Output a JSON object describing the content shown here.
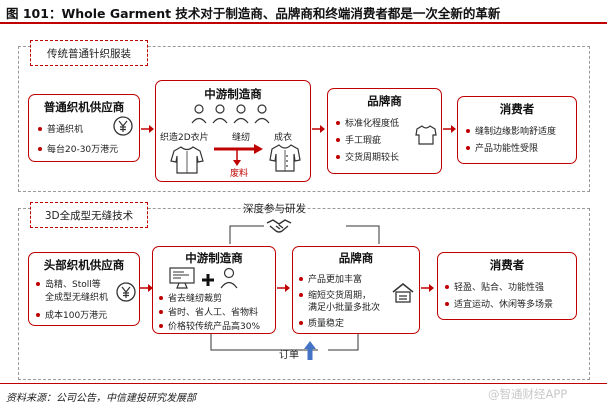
{
  "title": "图 101：Whole Garment 技术对于制造商、品牌商和终端消费者都是一次全新的革新",
  "top_section": {
    "label": "传统普通针织服装",
    "supplier": {
      "title": "普通织机供应商",
      "items": [
        "普通织机",
        "每台20-30万港元"
      ]
    },
    "manufacturer": {
      "title": "中游制造商",
      "knit_label": "织造2D衣片",
      "sew_label": "缝纫",
      "garment_label": "成衣",
      "waste_label": "废料"
    },
    "brand": {
      "title": "品牌商",
      "items": [
        "标准化程度低",
        "手工瑕疵",
        "交货周期较长"
      ]
    },
    "consumer": {
      "title": "消费者",
      "items": [
        "缝制边缘影响舒适度",
        "产品功能性受限"
      ]
    }
  },
  "bottom_section": {
    "label": "3D全成型无缝技术",
    "rd_label": "深度参与研发",
    "order_label": "订单",
    "supplier": {
      "title": "头部织机供应商",
      "items": [
        "岛精、Stoll等",
        "全成型无缝织机",
        "成本100万港元"
      ]
    },
    "manufacturer": {
      "title": "中游制造商",
      "items": [
        "省去缝纫裁剪",
        "省时、省人工、省物料",
        "价格较传统产品高30%"
      ]
    },
    "brand": {
      "title": "品牌商",
      "items": [
        "产品更加丰富",
        "缩短交货周期，",
        "满足小批量多批次",
        "质量稳定"
      ]
    },
    "consumer": {
      "title": "消费者",
      "items": [
        "轻盈、贴合、功能性强",
        "适宜运动、休闲等多场景"
      ]
    }
  },
  "footer": {
    "source": "资料来源：公司公告，中信建投研究发展部",
    "watermark": "@智通财经APP"
  },
  "colors": {
    "accent": "#c00000",
    "arrow_blue": "#4472c4",
    "frame": "#9a9a9a"
  }
}
